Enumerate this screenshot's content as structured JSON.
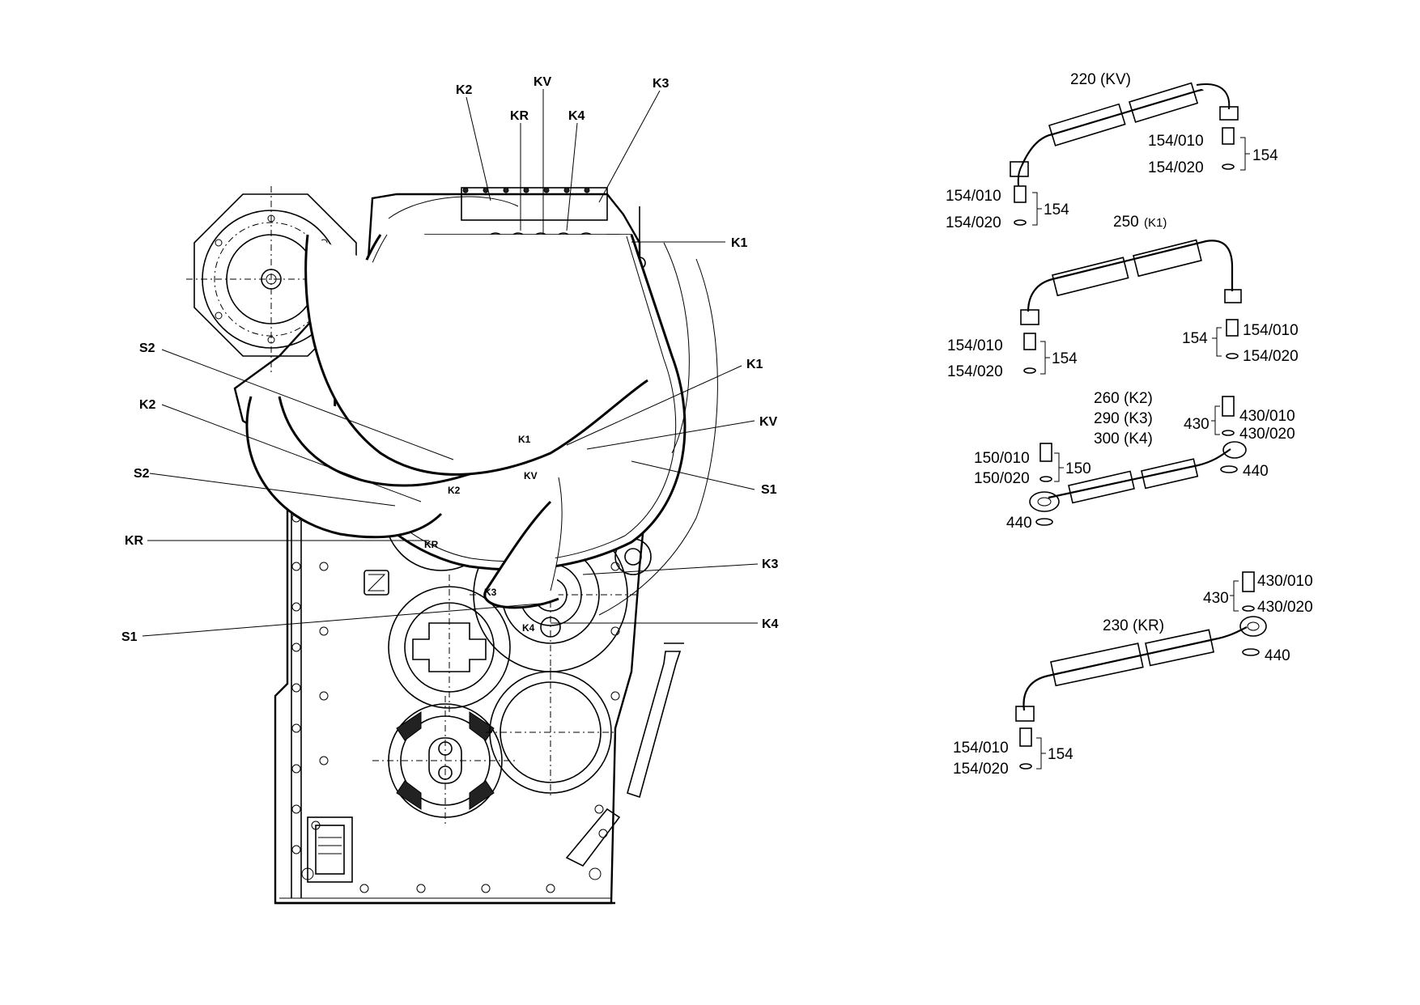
{
  "main_view": {
    "callouts": {
      "k2_top": "K2",
      "kr_top": "KR",
      "kv_top": "KV",
      "k4_top": "K4",
      "k3_top": "K3",
      "k1_upper": "K1",
      "s2_upper": "S2",
      "k1_mid": "K1",
      "k2_left": "K2",
      "kv_right": "KV",
      "s2_lower": "S2",
      "s1_right": "S1",
      "kr_left": "KR",
      "k3_right": "K3",
      "s1_left": "S1",
      "k4_right": "K4"
    },
    "inner_marks": {
      "k1": "K1",
      "kv": "KV",
      "k2": "K2",
      "kr": "KR",
      "k3": "K3",
      "k4": "K4"
    }
  },
  "parts": {
    "hose_kv": {
      "title": "220 (KV)",
      "right_top": "154/010",
      "right_bottom": "154/020",
      "right_group": "154",
      "left_top": "154/010",
      "left_bottom": "154/020",
      "left_group": "154"
    },
    "hose_k1": {
      "title_num": "250",
      "title_suffix": "(K1)",
      "left_top": "154/010",
      "left_bottom": "154/020",
      "left_group": "154",
      "right_group": "154",
      "right_top": "154/010",
      "right_bottom": "154/020"
    },
    "hose_k2_k3_k4": {
      "title_line1": "260 (K2)",
      "title_line2": "290 (K3)",
      "title_line3": "300 (K4)",
      "bolt_group": "430",
      "bolt_top": "430/010",
      "bolt_bottom": "430/020",
      "washer_right": "440",
      "left_top": "150/010",
      "left_bottom": "150/020",
      "left_group": "150",
      "washer_left": "440"
    },
    "hose_kr": {
      "title": "230 (KR)",
      "bolt_group": "430",
      "bolt_top": "430/010",
      "bolt_bottom": "430/020",
      "washer": "440",
      "left_top": "154/010",
      "left_bottom": "154/020",
      "left_group": "154"
    }
  }
}
